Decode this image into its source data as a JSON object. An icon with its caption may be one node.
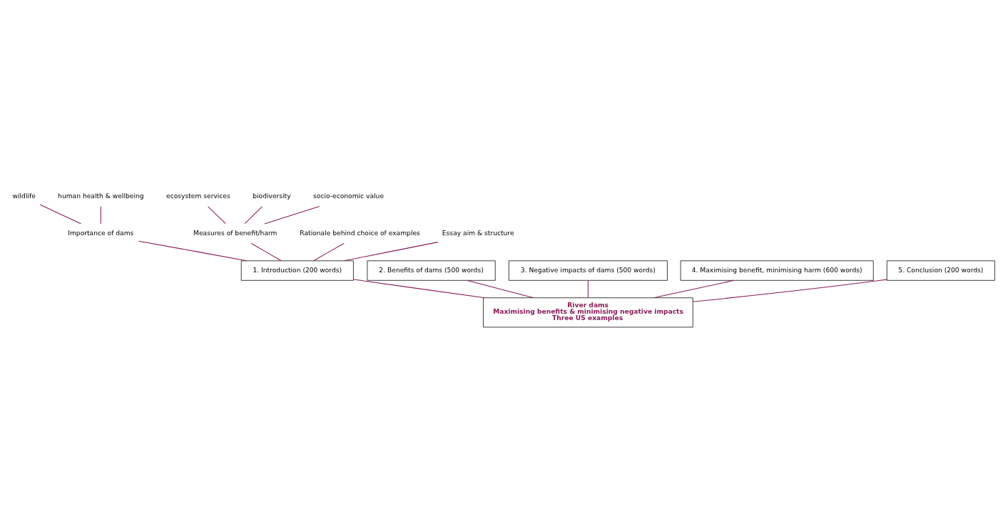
{
  "diagram": {
    "nodes": [
      {
        "text": [
          "River dams",
          "Maximising benefits & minimising negative impacts",
          "Three US examples"
        ]
      },
      {
        "text": [
          "1. Introduction (200 words)"
        ]
      },
      {
        "text": [
          "2. Benefits of dams (500 words)"
        ]
      },
      {
        "text": [
          "3. Negative impacts of dams (500 words)"
        ]
      },
      {
        "text": [
          "4. Maximising benefit, minimising harm (600 words)"
        ]
      },
      {
        "text": [
          "5. Conclusion (200 words)"
        ]
      },
      {
        "text": [
          "Importance of dams"
        ]
      },
      {
        "text": [
          "wildlife"
        ]
      },
      {
        "text": [
          "human health & wellbeing"
        ]
      },
      {
        "text": [
          "Measures of benefit/harm"
        ]
      },
      {
        "text": [
          "ecosystem services"
        ]
      },
      {
        "text": [
          "biodiversity"
        ]
      },
      {
        "text": [
          "socio-economic value"
        ]
      },
      {
        "text": [
          "Rationale behind choice of examples"
        ]
      },
      {
        "text": [
          "Essay aim & structure"
        ]
      }
    ],
    "edges": [
      {
        "from": 0,
        "to": 1,
        "arrow": "none"
      },
      {
        "from": 0,
        "to": 2,
        "arrow": "none"
      },
      {
        "from": 0,
        "to": 3,
        "arrow": "none"
      },
      {
        "from": 0,
        "to": 4,
        "arrow": "none"
      },
      {
        "from": 0,
        "to": 5,
        "arrow": "none"
      },
      {
        "from": 1,
        "to": 6,
        "arrow": "none"
      },
      {
        "from": 6,
        "to": 7,
        "arrow": "none"
      },
      {
        "from": 6,
        "to": 8,
        "arrow": "none"
      },
      {
        "from": 1,
        "to": 9,
        "arrow": "none"
      },
      {
        "from": 9,
        "to": 10,
        "arrow": "none"
      },
      {
        "from": 9,
        "to": 11,
        "arrow": "none"
      },
      {
        "from": 9,
        "to": 12,
        "arrow": "none"
      },
      {
        "from": 1,
        "to": 13,
        "arrow": "none"
      },
      {
        "from": 1,
        "to": 14,
        "arrow": "none"
      }
    ]
  }
}
